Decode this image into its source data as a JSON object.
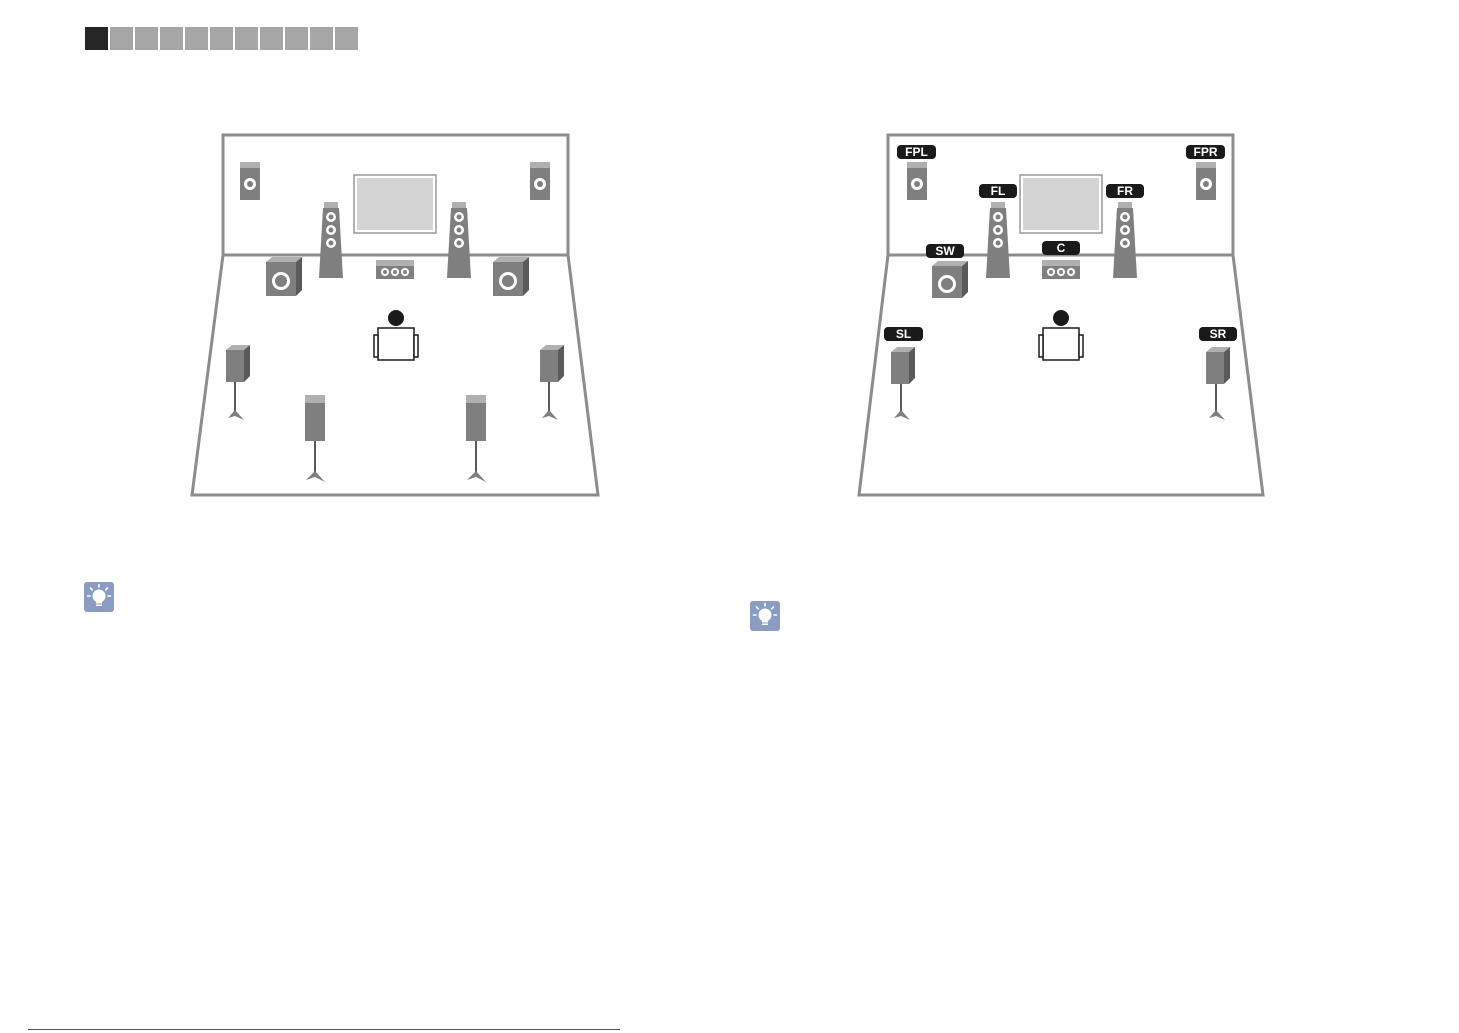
{
  "header": {
    "progress_total": 11,
    "progress_active": 1
  },
  "right_diagram": {
    "labels": {
      "fpl": "FPL",
      "fpr": "FPR",
      "fl": "FL",
      "fr": "FR",
      "sw": "SW",
      "c": "C",
      "sl": "SL",
      "sr": "SR"
    }
  },
  "icons": {
    "tip": "lightbulb-icon"
  },
  "colors": {
    "speaker": "#7f7f7f",
    "speaker_dark": "#5a5a5a",
    "room_outline": "#8c8c8c",
    "screen_fill": "#d4d4d4",
    "label_bg": "#1a1a1a",
    "tip_bg": "#8a9cc2",
    "progress_active": "#262626",
    "progress_inactive": "#a6a6a6"
  }
}
